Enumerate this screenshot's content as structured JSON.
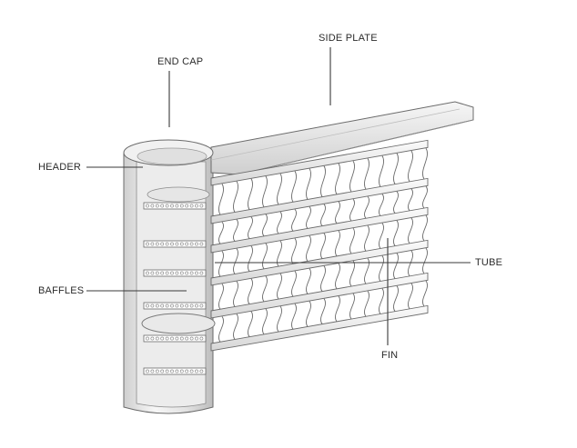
{
  "labels": {
    "end_cap": "END CAP",
    "side_plate": "SIDE PLATE",
    "header": "HEADER",
    "baffles": "BAFFLES",
    "tube": "TUBE",
    "fin": "FIN"
  },
  "colors": {
    "line": "#6b6b6b",
    "leader": "#3a3a3a",
    "fill_light": "#f3f3f3",
    "fill_mid": "#dcdcdc",
    "fill_dark": "#b9b9b9",
    "text": "#2b2b2b"
  }
}
